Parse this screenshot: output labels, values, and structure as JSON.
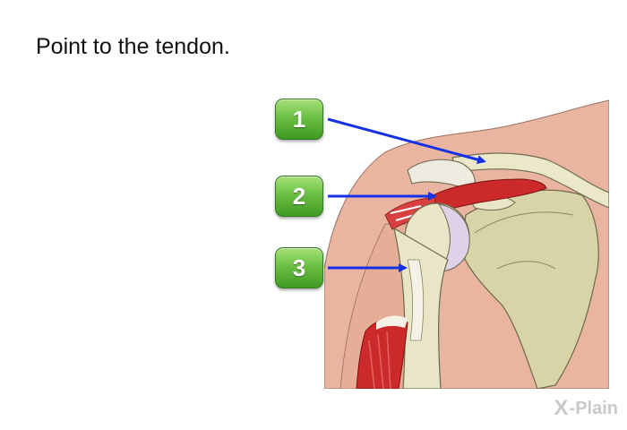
{
  "question": {
    "text": "Point to the tendon."
  },
  "choices": [
    {
      "label": "1"
    },
    {
      "label": "2"
    },
    {
      "label": "3"
    }
  ],
  "logo": {
    "mark": "X",
    "text": "-Plain"
  },
  "colors": {
    "skin": "#e9b5a0",
    "bone": "#e8e6c6",
    "bone_shadow": "#c8c29a",
    "muscle": "#cc2a2a",
    "cartilage": "#ddd2e8",
    "arrow": "#1531e6",
    "button": "#6cc043"
  }
}
